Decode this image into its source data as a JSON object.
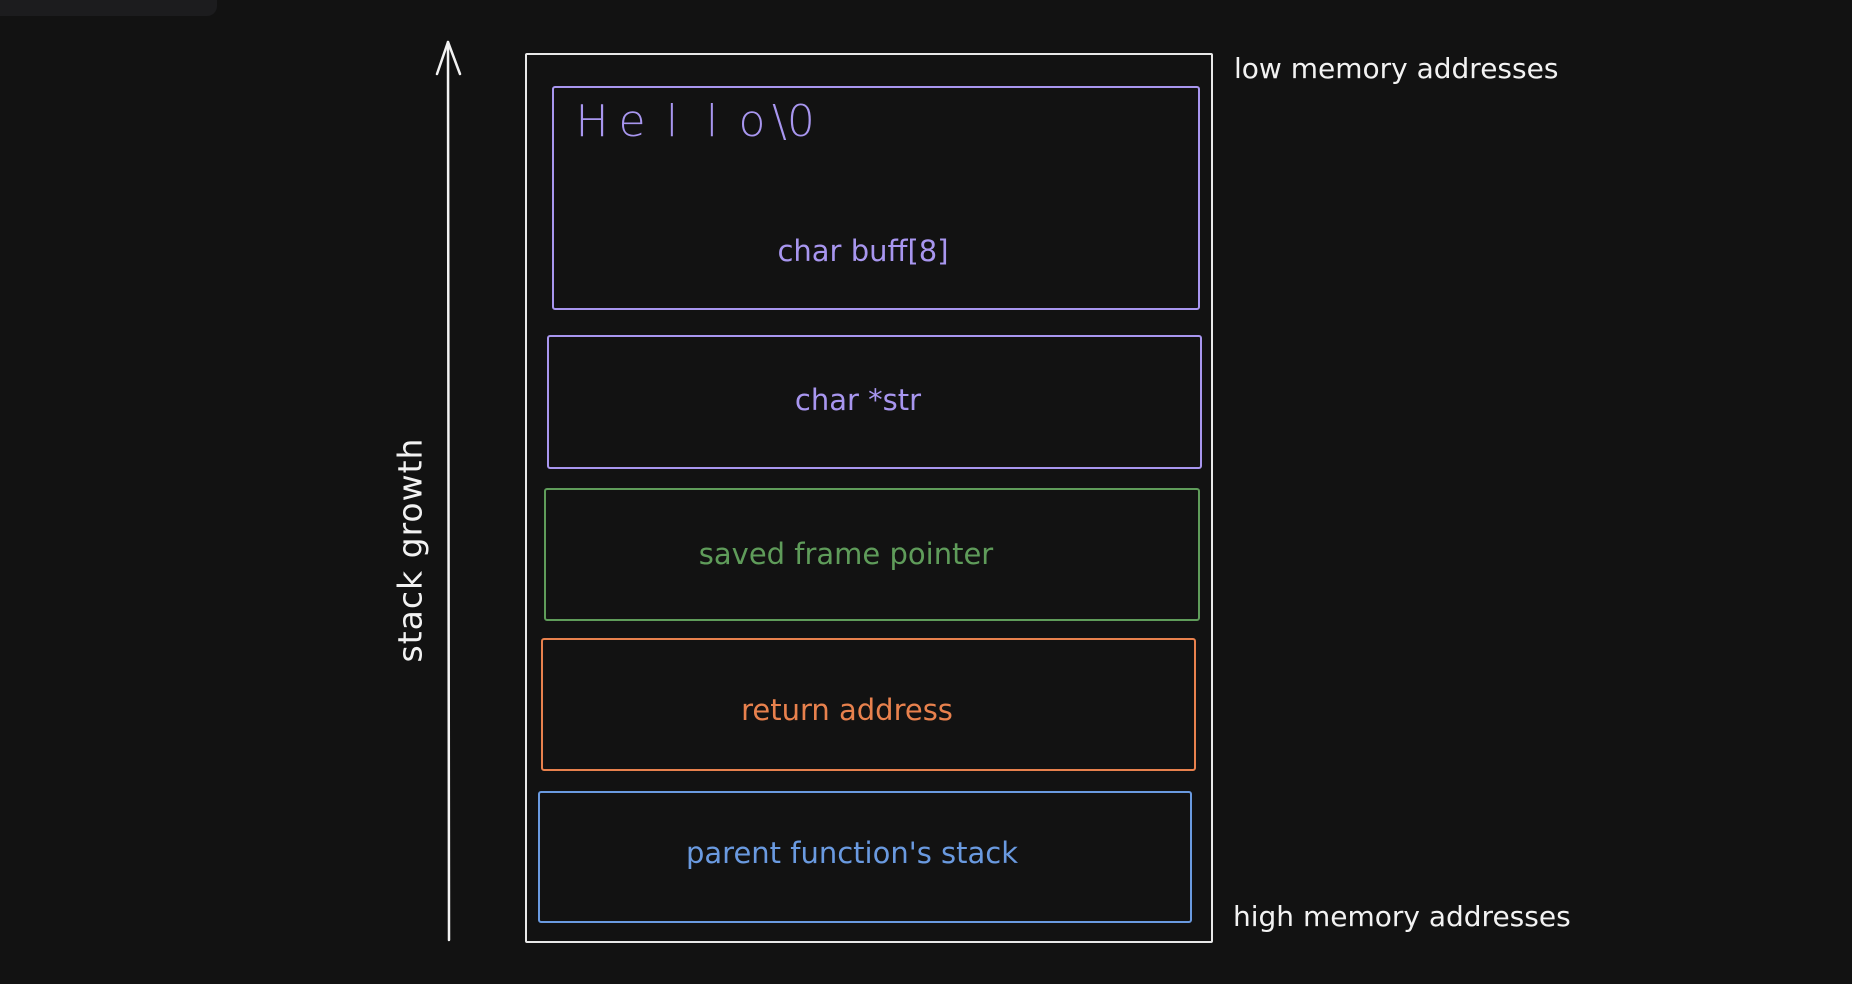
{
  "diagram": {
    "growth_label": "stack growth",
    "low_label": "low memory addresses",
    "high_label": "high memory addresses",
    "buffer_chars": [
      "H",
      "e",
      "l",
      "l",
      "o",
      "\\0"
    ],
    "slots": {
      "buff": {
        "label": "char buff[8]",
        "color": "#a896ef"
      },
      "str": {
        "label": "char *str",
        "color": "#a896ef"
      },
      "sfp": {
        "label": "saved frame pointer",
        "color": "#5f9c5a"
      },
      "ret": {
        "label": "return address",
        "color": "#e8814d"
      },
      "parent": {
        "label": "parent function's stack",
        "color": "#6a9ae0"
      }
    },
    "colors": {
      "background": "#121212",
      "frame": "#e8e8e8",
      "text": "#f2f2f2"
    }
  }
}
